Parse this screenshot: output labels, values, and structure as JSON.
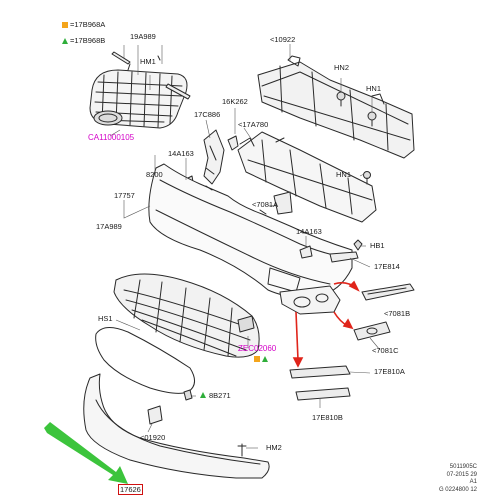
{
  "legend": {
    "square_label": "=17B968A",
    "triangle_label": "=17B968B"
  },
  "labels": {
    "l19A989_top": "19A989",
    "hm1_top": "HM1",
    "l10922": "<10922",
    "hn2_top": "HN2",
    "hn1_top": "HN1",
    "l16K262": "16K262",
    "l17C886": "17C886",
    "l17A780": "<17A780",
    "ca": "CA11000105",
    "l8200": "8200",
    "l14A163_top": "14A163",
    "hn1_mid": "HN1",
    "l17757": "17757",
    "l7081A": "<7081A",
    "l17A989": "17A989",
    "l14A163_mid": "14A163",
    "hb1": "HB1",
    "l17E814": "17E814",
    "l7081B": "<7081B",
    "hs1": "HS1",
    "zec": "ZEC02060",
    "l7081C": "<7081C",
    "l17E810A": "17E810A",
    "l8B271": "8B271",
    "l17E810B": "17E810B",
    "l01920": "<01920",
    "hm2": "HM2",
    "l17626": "17626"
  },
  "footer": {
    "line1": "5011905C",
    "line2": "07-2015 29",
    "line3": "A1",
    "line4": "G 0224800 12"
  },
  "colors": {
    "line": "#2a2a2a",
    "leader": "#5a5a5a",
    "magenta": "#d400c8",
    "red_arrow": "#e0251b",
    "green_arrow": "#3cc43c",
    "legend_square": "#f4a51c",
    "legend_triangle": "#2fae3a"
  },
  "icons": [
    "legend-square-icon",
    "legend-triangle-icon",
    "red-arrow-icon",
    "green-arrow-icon"
  ]
}
